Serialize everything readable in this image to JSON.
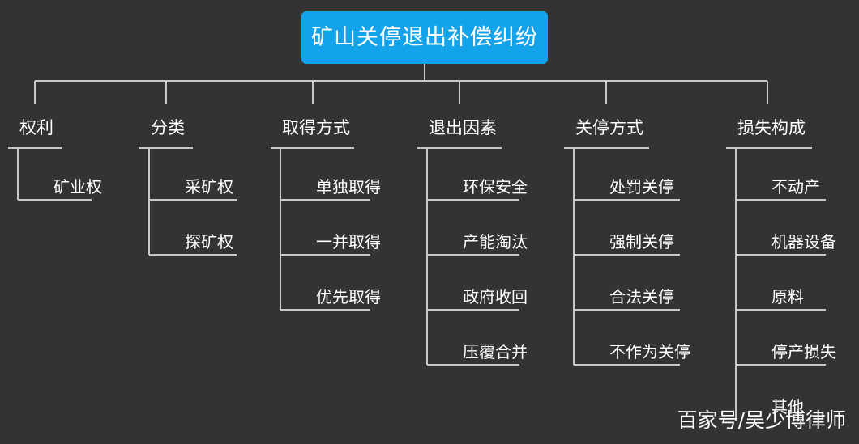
{
  "root": {
    "label": "矿山关停退出补偿纠纷"
  },
  "categories": [
    {
      "label": "权利",
      "items": [
        "矿业权"
      ]
    },
    {
      "label": "分类",
      "items": [
        "采矿权",
        "探矿权"
      ]
    },
    {
      "label": "取得方式",
      "items": [
        "单独取得",
        "一并取得",
        "优先取得"
      ]
    },
    {
      "label": "退出因素",
      "items": [
        "环保安全",
        "产能淘汰",
        "政府收回",
        "压覆合并"
      ]
    },
    {
      "label": "关停方式",
      "items": [
        "处罚关停",
        "强制关停",
        "合法关停",
        "不作为关停"
      ]
    },
    {
      "label": "损失构成",
      "items": [
        "不动产",
        "机器设备",
        "原料",
        "停产损失",
        "其他"
      ]
    }
  ],
  "watermark": "百家号/吴少博律师",
  "colors": {
    "background": "#333333",
    "root_box": "#12a3ea",
    "line": "#c8c8c8",
    "text": "#ffffff"
  }
}
